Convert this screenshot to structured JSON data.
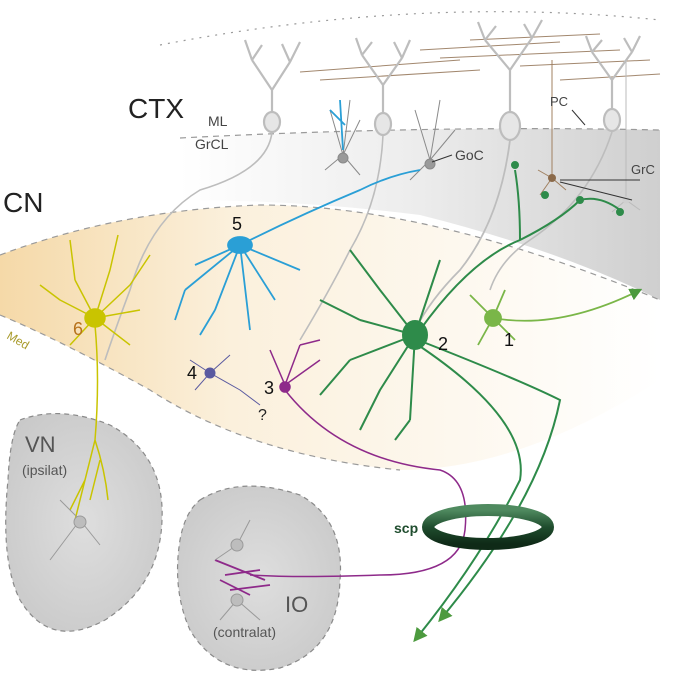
{
  "labels": {
    "ctx": "CTX",
    "ml": "ML",
    "grcl": "GrCL",
    "cn": "CN",
    "med": "Med",
    "goc": "GoC",
    "pc": "PC",
    "grc": "GrC",
    "vn": "VN",
    "ipsilat": "(ipsilat)",
    "io": "IO",
    "contralat": "(contralat)",
    "scp": "scp",
    "question": "?"
  },
  "neurons": [
    {
      "number": "1",
      "color": "#7ab648"
    },
    {
      "number": "2",
      "color": "#2e8b4a"
    },
    {
      "number": "3",
      "color": "#8e2a8a"
    },
    {
      "number": "4",
      "color": "#5a5aa0"
    },
    {
      "number": "5",
      "color": "#2a9fd6"
    },
    {
      "number": "6",
      "color": "#c9c400"
    }
  ],
  "colors": {
    "cortex_cell": "#c8c8c8",
    "cn_region": "#f7e3bf",
    "granular_layer": "#e2e2e2",
    "nucleus_region": "#d6d6d6",
    "scp_ring": "#1f4d2e",
    "med_label": "#a89a2a",
    "neuron6_label": "#b7721c"
  }
}
